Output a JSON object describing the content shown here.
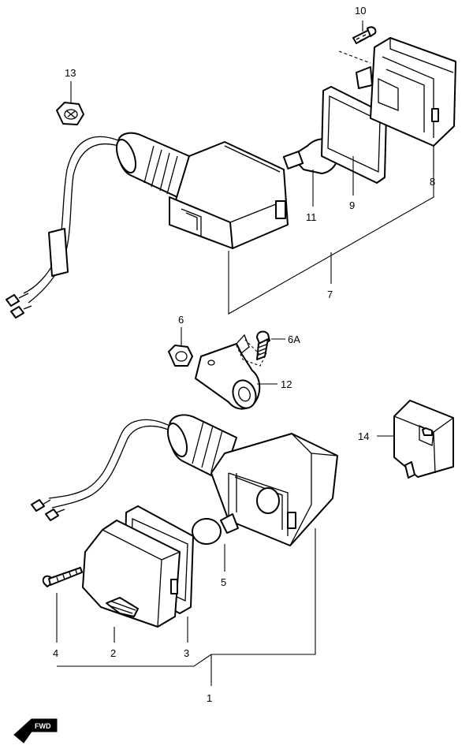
{
  "callouts": {
    "c1": "1",
    "c2": "2",
    "c3": "3",
    "c4": "4",
    "c5": "5",
    "c6": "6",
    "c6a": "6A",
    "c7": "7",
    "c8": "8",
    "c9": "9",
    "c10": "10",
    "c11": "11",
    "c12": "12",
    "c13": "13",
    "c14": "14"
  },
  "direction_label": "FWD"
}
